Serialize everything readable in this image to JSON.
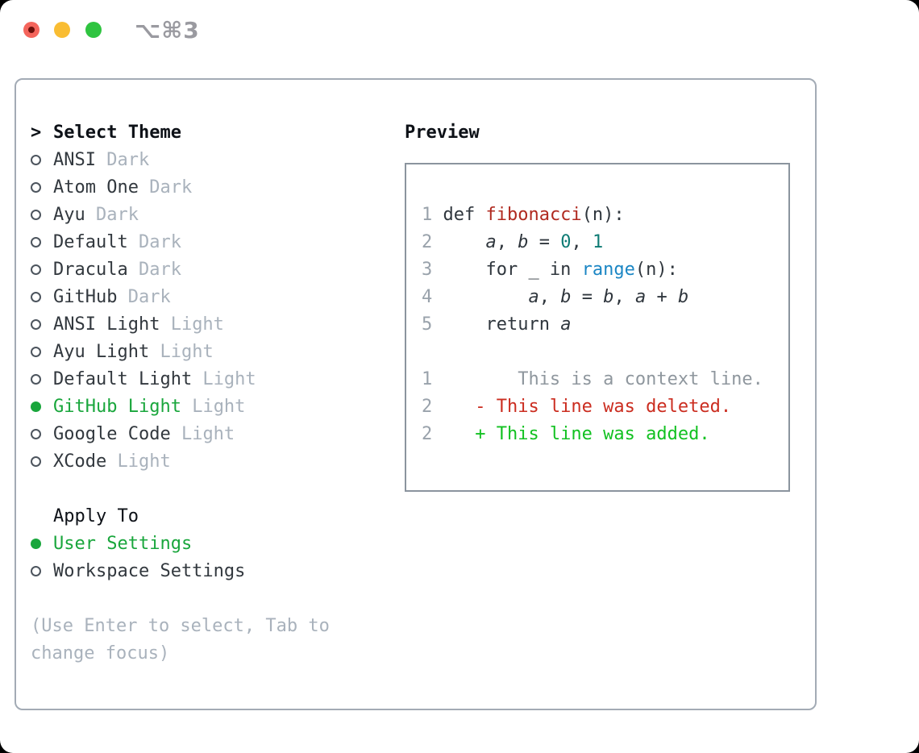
{
  "window": {
    "title": "⌥⌘3",
    "traffic_lights": {
      "close": "close",
      "minimize": "minimize",
      "zoom": "zoom"
    }
  },
  "colors": {
    "selected_green": "#19a63c",
    "added_green": "#12c121",
    "deleted_red": "#cb2d20",
    "function_red": "#b02a20",
    "number_teal": "#0e7b74",
    "builtin_blue": "#1b86c4",
    "muted_gray": "#a9b2bc",
    "text_dark": "#32383e",
    "panel_border": "#a3abb5"
  },
  "theme_picker": {
    "title_prefix": ">",
    "title": "Select Theme",
    "themes": [
      {
        "name": "ANSI",
        "tag": "Dark",
        "selected": false
      },
      {
        "name": "Atom One",
        "tag": "Dark",
        "selected": false
      },
      {
        "name": "Ayu",
        "tag": "Dark",
        "selected": false
      },
      {
        "name": "Default",
        "tag": "Dark",
        "selected": false
      },
      {
        "name": "Dracula",
        "tag": "Dark",
        "selected": false
      },
      {
        "name": "GitHub",
        "tag": "Dark",
        "selected": false
      },
      {
        "name": "ANSI Light",
        "tag": "Light",
        "selected": false
      },
      {
        "name": "Ayu Light",
        "tag": "Light",
        "selected": false
      },
      {
        "name": "Default Light",
        "tag": "Light",
        "selected": false
      },
      {
        "name": "GitHub Light",
        "tag": "Light",
        "selected": true
      },
      {
        "name": "Google Code",
        "tag": "Light",
        "selected": false
      },
      {
        "name": "XCode",
        "tag": "Light",
        "selected": false
      }
    ],
    "apply_to": {
      "title": "Apply To",
      "options": [
        {
          "label": "User Settings",
          "selected": true
        },
        {
          "label": "Workspace Settings",
          "selected": false
        }
      ]
    },
    "hint_lines": [
      "(Use Enter to select, Tab to",
      "change focus)"
    ]
  },
  "preview": {
    "title": "Preview",
    "lines": [
      {
        "num": "1",
        "tokens": [
          {
            "t": "def ",
            "s": "plain"
          },
          {
            "t": "fibonacci",
            "s": "func"
          },
          {
            "t": "(n):",
            "s": "plain"
          }
        ]
      },
      {
        "num": "2",
        "tokens": [
          {
            "t": "    ",
            "s": "plain"
          },
          {
            "t": "a",
            "s": "var"
          },
          {
            "t": ", ",
            "s": "plain"
          },
          {
            "t": "b",
            "s": "var"
          },
          {
            "t": " = ",
            "s": "plain"
          },
          {
            "t": "0",
            "s": "num"
          },
          {
            "t": ", ",
            "s": "plain"
          },
          {
            "t": "1",
            "s": "num"
          }
        ]
      },
      {
        "num": "3",
        "tokens": [
          {
            "t": "    for _ in ",
            "s": "plain"
          },
          {
            "t": "range",
            "s": "builtin"
          },
          {
            "t": "(n):",
            "s": "plain"
          }
        ]
      },
      {
        "num": "4",
        "tokens": [
          {
            "t": "        ",
            "s": "plain"
          },
          {
            "t": "a",
            "s": "var"
          },
          {
            "t": ", ",
            "s": "plain"
          },
          {
            "t": "b",
            "s": "var"
          },
          {
            "t": " = ",
            "s": "plain"
          },
          {
            "t": "b",
            "s": "var"
          },
          {
            "t": ", ",
            "s": "plain"
          },
          {
            "t": "a",
            "s": "var"
          },
          {
            "t": " + ",
            "s": "plain"
          },
          {
            "t": "b",
            "s": "var"
          }
        ]
      },
      {
        "num": "5",
        "tokens": [
          {
            "t": "    return ",
            "s": "plain"
          },
          {
            "t": "a",
            "s": "var"
          }
        ]
      },
      {
        "num": "",
        "tokens": []
      },
      {
        "num": "1",
        "tokens": [
          {
            "t": "       This is a context line.",
            "s": "context"
          }
        ]
      },
      {
        "num": "2",
        "tokens": [
          {
            "t": "   - This line was deleted.",
            "s": "deleted"
          }
        ]
      },
      {
        "num": "2",
        "tokens": [
          {
            "t": "   + This line was added.",
            "s": "added"
          }
        ]
      }
    ]
  }
}
